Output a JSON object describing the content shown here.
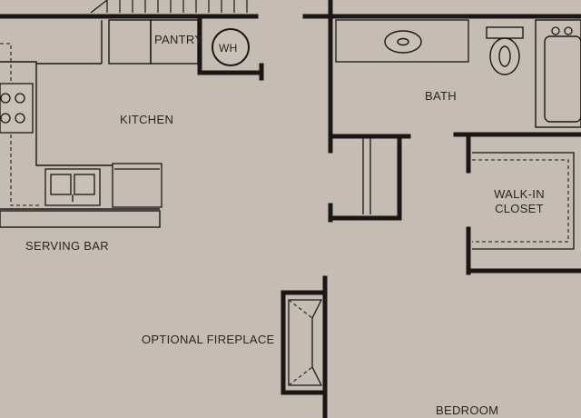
{
  "rooms": {
    "pantry": "PANTRY",
    "water_heater": "WH",
    "kitchen": "KITCHEN",
    "serving_bar": "SERVING BAR",
    "bath": "BATH",
    "walk_in_closet_line1": "WALK-IN",
    "walk_in_closet_line2": "CLOSET",
    "optional_fireplace": "OPTIONAL FIREPLACE",
    "bedroom": "BEDROOM"
  },
  "colors": {
    "background": "#c5bdb3",
    "wall": "#1b1716",
    "fixture_fill": "#c9c1b7",
    "dashed_line": "#3a3431"
  }
}
